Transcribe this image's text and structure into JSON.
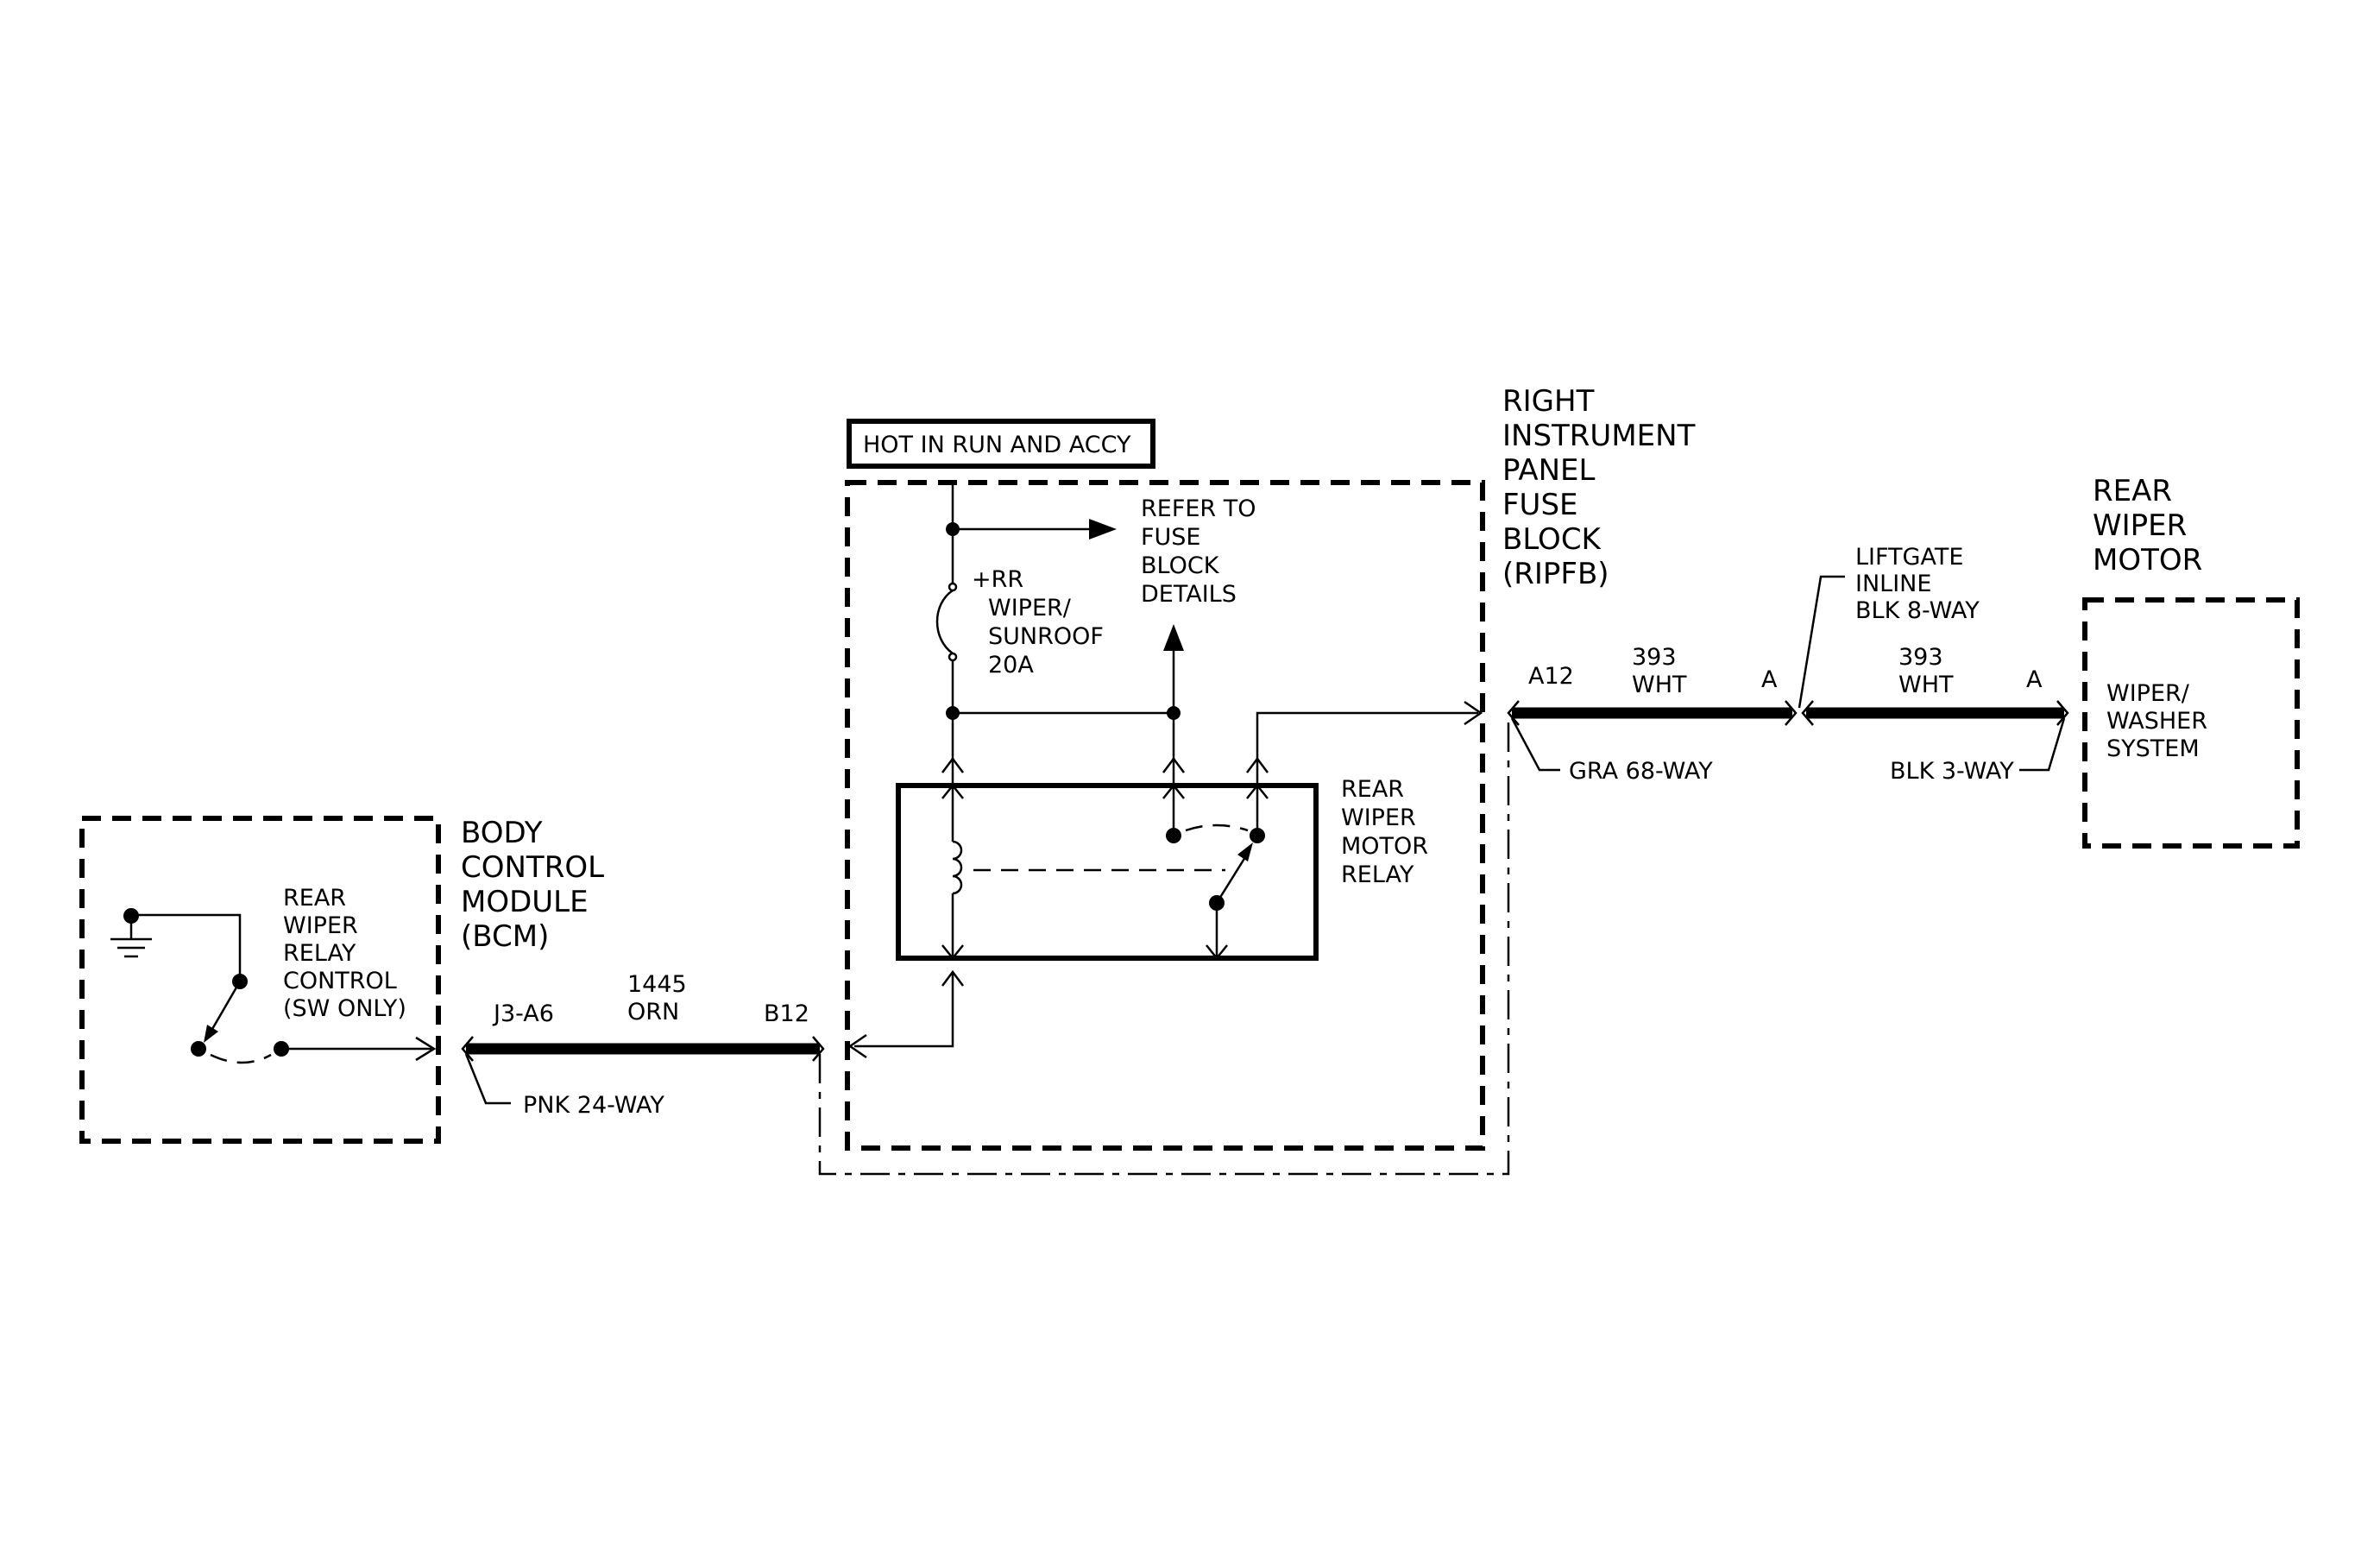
{
  "labels": {
    "hot_in_run": "HOT IN RUN AND ACCY",
    "refer_to_fuse_1": "REFER TO",
    "refer_to_fuse_2": "FUSE",
    "refer_to_fuse_3": "BLOCK",
    "refer_to_fuse_4": "DETAILS",
    "fuse_1": "+RR",
    "fuse_2": "WIPER/",
    "fuse_3": "SUNROOF",
    "fuse_4": "20A",
    "ripfb_1": "RIGHT",
    "ripfb_2": "INSTRUMENT",
    "ripfb_3": "PANEL",
    "ripfb_4": "FUSE",
    "ripfb_5": "BLOCK",
    "ripfb_6": "(RIPFB)",
    "rwm_1": "REAR",
    "rwm_2": "WIPER",
    "rwm_3": "MOTOR",
    "liftgate_1": "LIFTGATE",
    "liftgate_2": "INLINE",
    "liftgate_3": "BLK 8-WAY",
    "relay_1": "REAR",
    "relay_2": "WIPER",
    "relay_3": "MOTOR",
    "relay_4": "RELAY",
    "bcm_1": "BODY",
    "bcm_2": "CONTROL",
    "bcm_3": "MODULE",
    "bcm_4": "(BCM)",
    "rwrc_1": "REAR",
    "rwrc_2": "WIPER",
    "rwrc_3": "RELAY",
    "rwrc_4": "CONTROL",
    "rwrc_5": "(SW ONLY)",
    "washer_1": "WIPER/",
    "washer_2": "WASHER",
    "washer_3": "SYSTEM",
    "j3_a6": "J3-A6",
    "circuit_1445": "1445",
    "orn": "ORN",
    "b12": "B12",
    "pnk_24": "PNK 24-WAY",
    "a12": "A12",
    "circuit_393_a": "393",
    "wht_a": "WHT",
    "pin_a_1": "A",
    "circuit_393_b": "393",
    "wht_b": "WHT",
    "pin_a_2": "A",
    "gra_68": "GRA 68-WAY",
    "blk_3": "BLK 3-WAY"
  }
}
